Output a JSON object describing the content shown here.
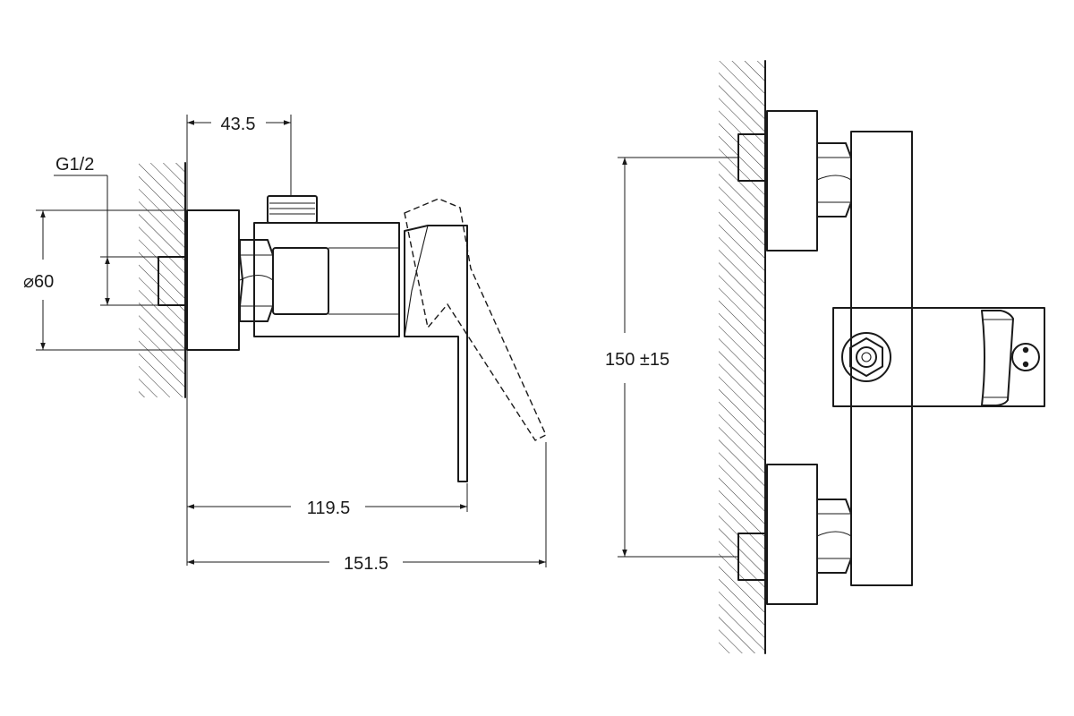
{
  "drawing": {
    "side_view": {
      "thread_label": "G1/2",
      "diameter_label": "⌀60",
      "outlet_offset_label": "43.5",
      "handle_depth_label": "119.5",
      "total_depth_label": "151.5"
    },
    "front_view": {
      "center_distance_label": "150 ±15"
    }
  },
  "colors": {
    "line": "#1a1a1a",
    "background": "#ffffff"
  }
}
